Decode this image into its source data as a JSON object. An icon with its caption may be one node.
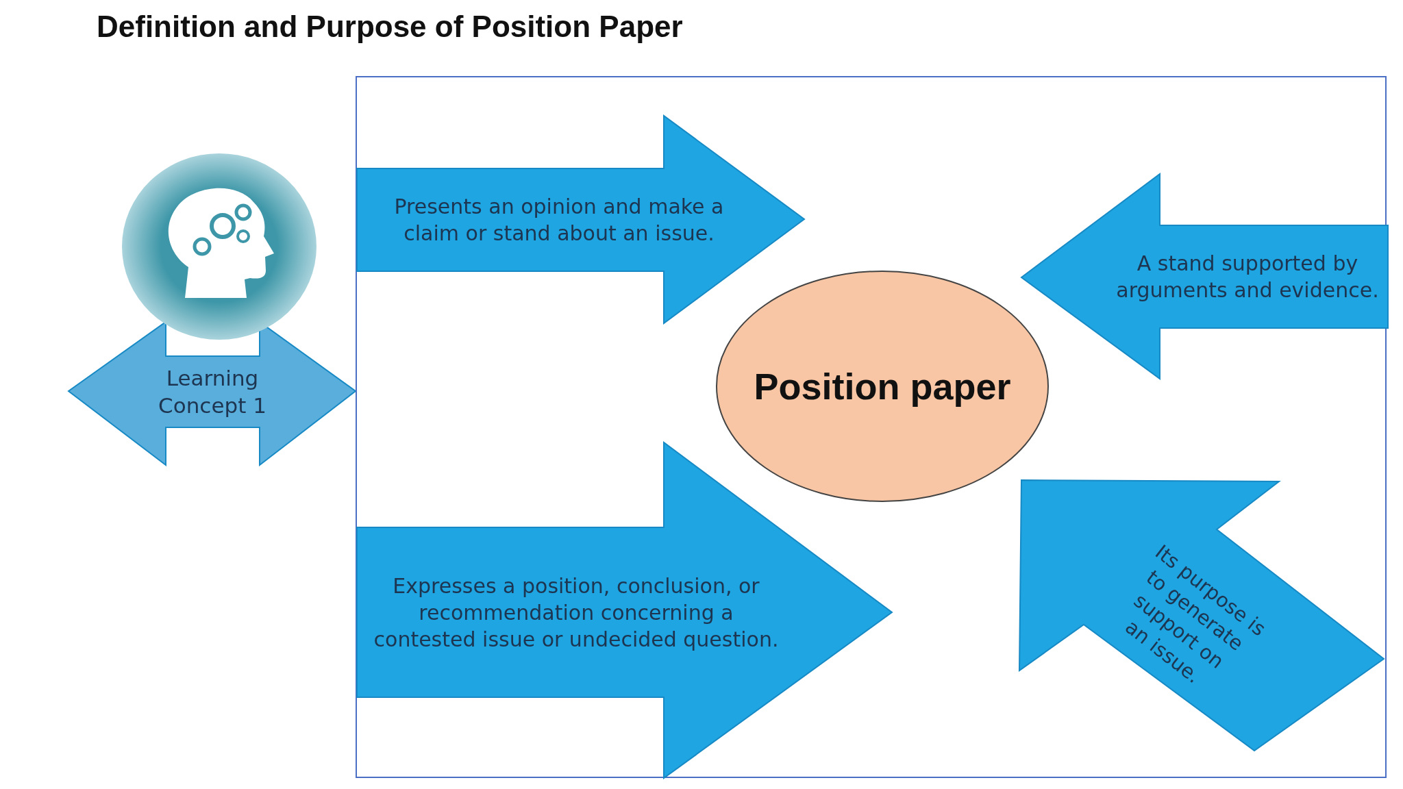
{
  "diagram": {
    "title": "Definition and Purpose of Position Paper",
    "nodes": [
      {
        "text": [
          "Learning Concept 1"
        ]
      },
      {
        "text": [],
        "shape": "box"
      },
      {
        "text": [
          "Presents an opinion and make a claim or stand about an issue."
        ],
        "in": 1
      },
      {
        "text": [
          "A stand supported by arguments and evidence."
        ],
        "in": 1
      },
      {
        "text": [
          "Position paper"
        ],
        "in": 1
      },
      {
        "text": [
          "Expresses a position, conclusion, or recommendation concerning a contested issue or undecided question."
        ],
        "in": 1
      },
      {
        "text": [
          "Its purpose is to generate support on an issue."
        ],
        "in": 1
      }
    ],
    "edges": []
  }
}
